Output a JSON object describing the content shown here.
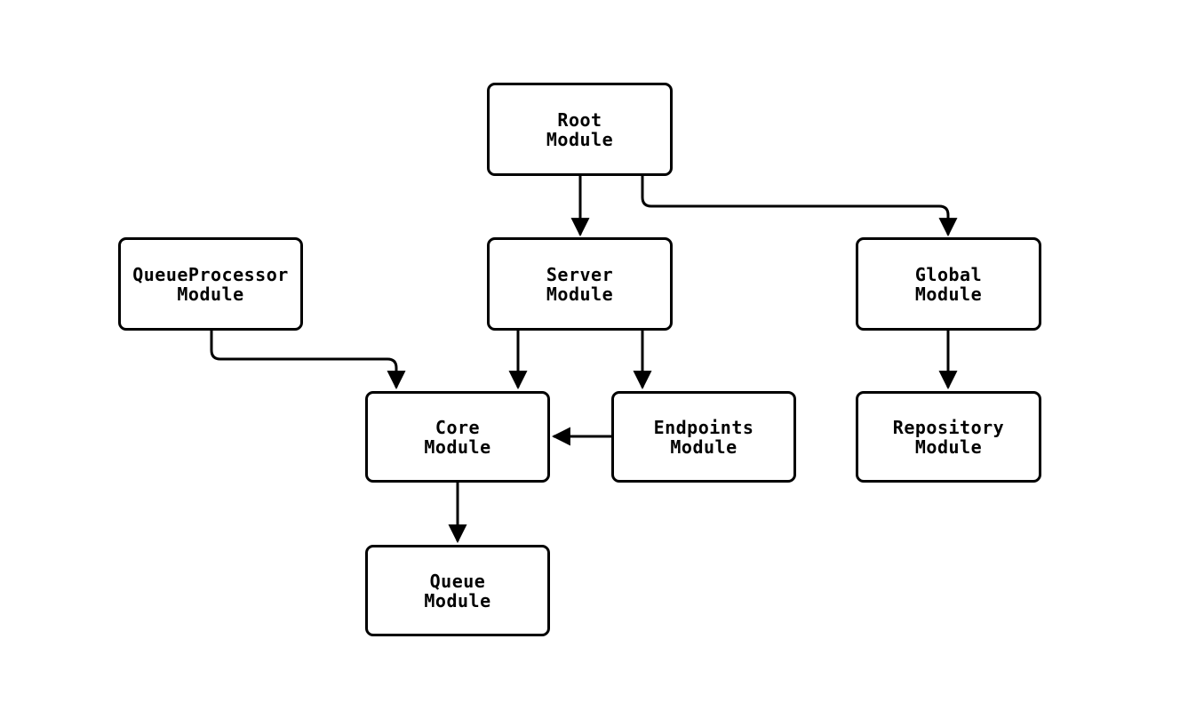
{
  "colors": {
    "background": "#ffffff",
    "node_fill": "#ffffff",
    "stroke": "#000000",
    "text": "#000000"
  },
  "nodes": [
    {
      "id": "root",
      "label": "Root\nModule"
    },
    {
      "id": "queue_processor",
      "label": "QueueProcessor\nModule"
    },
    {
      "id": "server",
      "label": "Server\nModule"
    },
    {
      "id": "global",
      "label": "Global\nModule"
    },
    {
      "id": "core",
      "label": "Core\nModule"
    },
    {
      "id": "endpoints",
      "label": "Endpoints\nModule"
    },
    {
      "id": "repository",
      "label": "Repository\nModule"
    },
    {
      "id": "queue",
      "label": "Queue\nModule"
    }
  ],
  "edges": [
    {
      "from": "Root Module",
      "to": "Server Module"
    },
    {
      "from": "Root Module",
      "to": "Global Module"
    },
    {
      "from": "QueueProcessor Module",
      "to": "Core Module"
    },
    {
      "from": "Server Module",
      "to": "Core Module"
    },
    {
      "from": "Server Module",
      "to": "Endpoints Module"
    },
    {
      "from": "Endpoints Module",
      "to": "Core Module"
    },
    {
      "from": "Global Module",
      "to": "Repository Module"
    },
    {
      "from": "Core Module",
      "to": "Queue Module"
    }
  ]
}
